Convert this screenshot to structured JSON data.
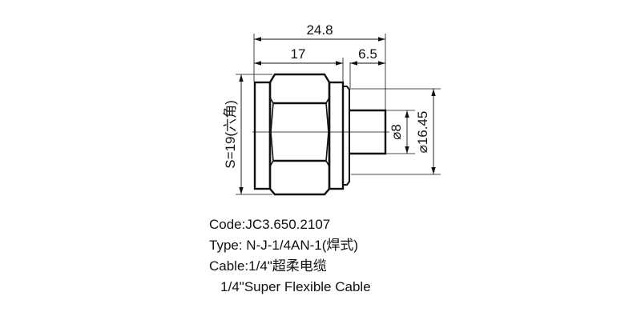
{
  "drawing": {
    "title": "N-type connector technical drawing",
    "dimensions": {
      "overall_length": "24.8",
      "body_length": "17",
      "pin_length": "6.5",
      "hex_size": "S=19(六角)",
      "pin_diameter": "⌀8",
      "flange_diameter": "⌀16.45"
    }
  },
  "specs": {
    "code": "Code:JC3.650.2107",
    "type": "Type: N-J-1/4AN-1(焊式)",
    "cable": "Cable:1/4\"超柔电缆",
    "cable_en": "   1/4\"Super Flexible Cable"
  }
}
